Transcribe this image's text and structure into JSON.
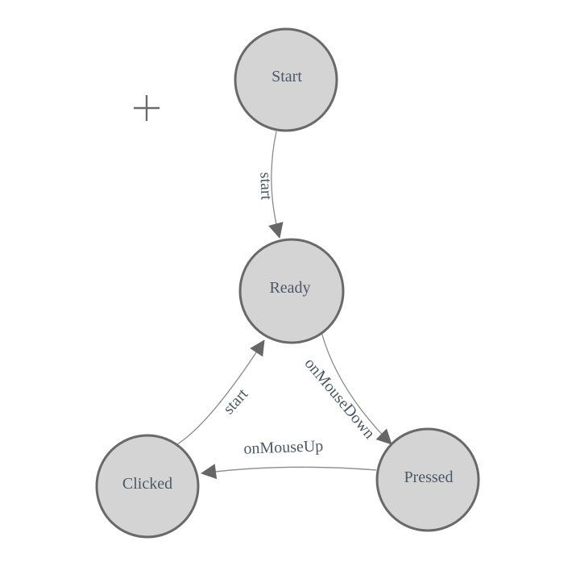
{
  "diagram": {
    "nodes": [
      {
        "id": "start",
        "label": "Start"
      },
      {
        "id": "ready",
        "label": "Ready"
      },
      {
        "id": "clicked",
        "label": "Clicked"
      },
      {
        "id": "pressed",
        "label": "Pressed"
      }
    ],
    "edges": [
      {
        "from": "Start",
        "to": "Ready",
        "label": "start"
      },
      {
        "from": "Ready",
        "to": "Pressed",
        "label": "onMouseDown"
      },
      {
        "from": "Pressed",
        "to": "Clicked",
        "label": "onMouseUp"
      },
      {
        "from": "Clicked",
        "to": "Ready",
        "label": "start"
      }
    ],
    "icons": [
      {
        "name": "plus-icon"
      }
    ],
    "colors": {
      "background": "#ffffff",
      "node_fill": "#d4d4d4",
      "node_border": "#696969",
      "edge_line": "#8a8a8a",
      "arrowhead": "#666666",
      "label_text": "#4d5866",
      "plus_marker": "#6b6b6b"
    }
  }
}
